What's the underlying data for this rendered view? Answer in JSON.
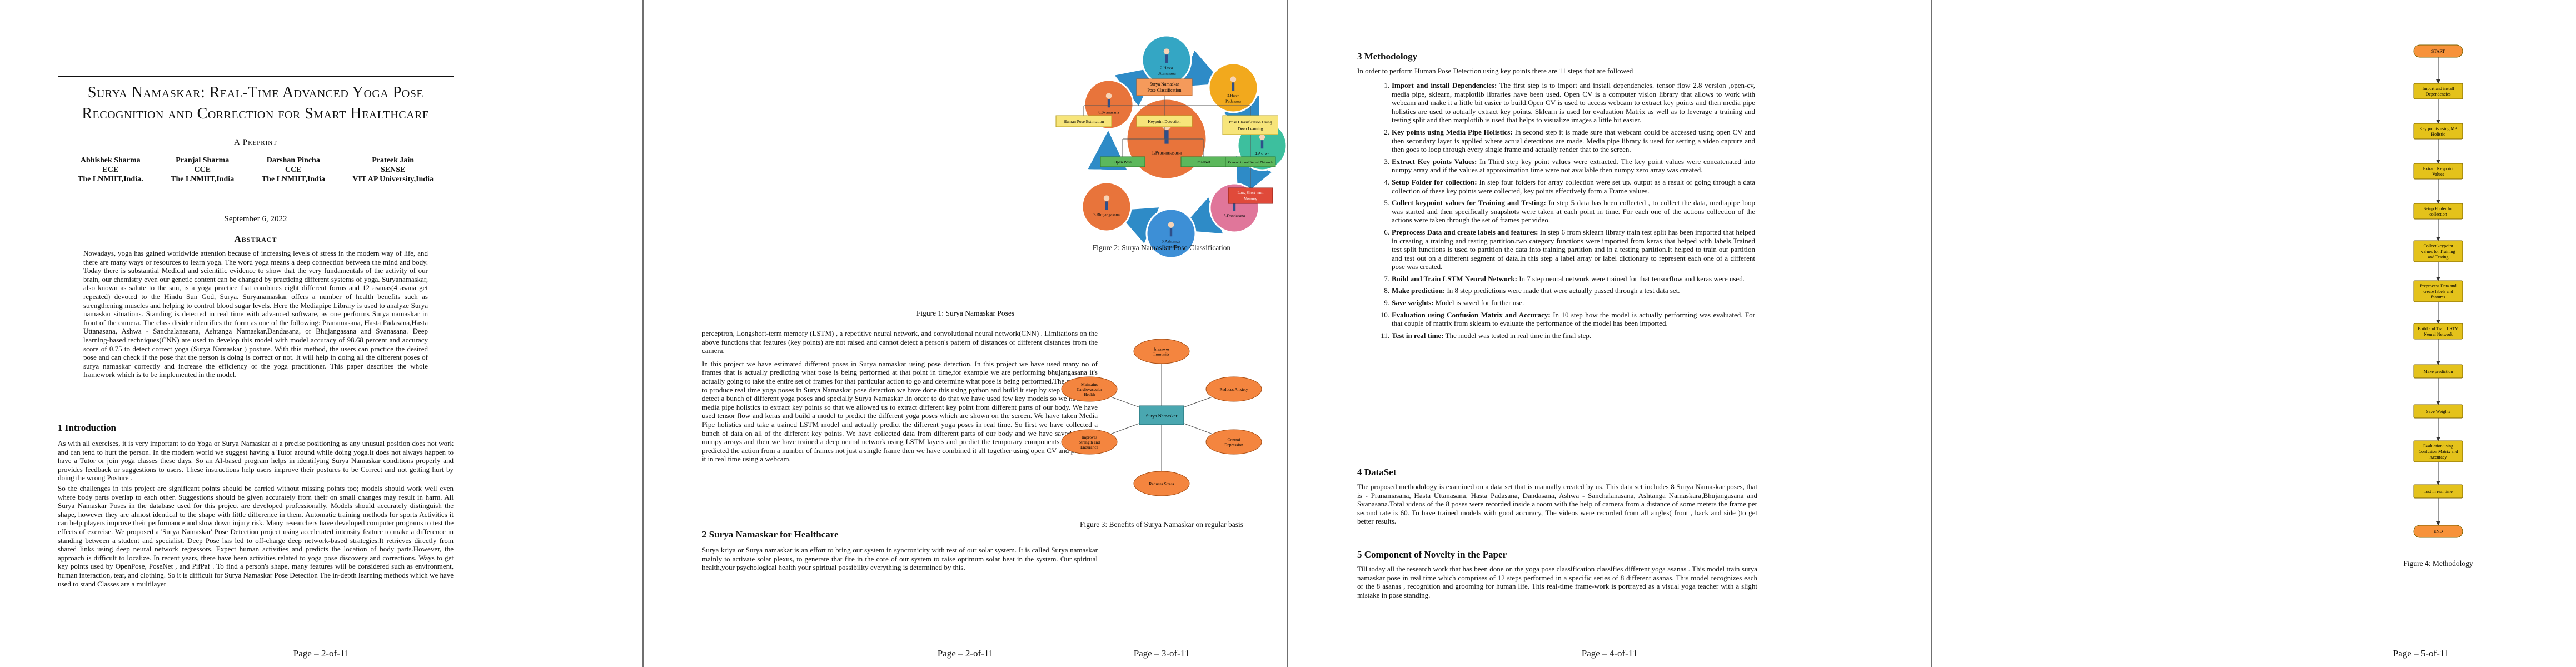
{
  "page1": {
    "title_line1": "Surya Namaskar: Real-Time Advanced Yoga Pose",
    "title_line2": "Recognition and Correction for Smart Healthcare",
    "preprint": "A Preprint",
    "authors": [
      {
        "name": "Abhishek Sharma",
        "dept": "ECE",
        "inst": "The LNMIIT,India."
      },
      {
        "name": "Pranjal Sharma",
        "dept": "CCE",
        "inst": "The LNMIIT,India"
      },
      {
        "name": "Darshan Pincha",
        "dept": "CCE",
        "inst": "The LNMIIT,India"
      },
      {
        "name": "Prateek Jain",
        "dept": "SENSE",
        "inst": "VIT AP University,India"
      }
    ],
    "date": "September 6, 2022",
    "abstract_heading": "Abstract",
    "abstract": "Nowadays, yoga has gained worldwide attention because of increasing levels of stress in the modern way of life, and there are many ways or resources to learn yoga. The word yoga means a deep connection between the mind and body. Today there is substantial Medical and scientific evidence to show that the very fundamentals of the activity of our brain, our chemistry even our genetic content can be changed by practicing different systems of yoga. Suryanamaskar, also known as salute to the sun, is a yoga practice that combines eight different forms and 12 asanas(4 asana get repeated) devoted to the Hindu Sun God, Surya. Suryanamaskar offers a number of health benefits such as strengthening muscles and helping to control blood sugar levels. Here the Mediapipe Library is used to analyze Surya namaskar situations. Standing is detected in real time with advanced software, as one performs Surya namaskar in front of the camera. The class divider identifies the form as one of the following: Pranamasana, Hasta Padasana,Hasta Uttanasana, Ashwa - Sanchalanasana, Ashtanga Namaskar,Dandasana, or Bhujangasana and Svanasana. Deep learning-based techniques(CNN) are used to develop this model with model accuracy of 98.68 percent and accuracy score of 0.75 to detect correct yoga (Surya Namaskar ) posture. With this method, the users can practice the desired pose and can check if the pose that the person is doing is correct or not. It will help in doing all the different poses of surya namaskar correctly and increase the efficiency of the yoga practitioner. This paper describes the whole framework which is to be implemented in the model.",
    "intro_heading": "1    Introduction",
    "intro_p1": "As with all exercises, it is very important to do Yoga or Surya Namaskar at a precise positioning as any unusual position does not work and can tend to hurt the person. In the modern world we suggest having a Tutor around while doing yoga.It does not always happen to have a Tutor or join yoga classes these days. So an AI-based program helps in identifying Surya Namaskar conditions properly and provides feedback or suggestions to users. These instructions help users improve their postures to be Correct and not getting hurt by doing the wrong Posture .",
    "intro_p2": "So the challenges in this project are significant points should be carried without missing points too; models should work well even where body parts overlap to each other. Suggestions should be given accurately from their on small changes may result in harm. All Surya Namaskar Poses in the database used for this project are developed professionally. Models should accurately distinguish the shape, however they are almost identical to the shape with little difference in them. Automatic training methods for sports Activities it can help players improve their performance and slow down injury risk. Many researchers have developed computer programs to test the effects of exercise. We proposed a 'Surya Namaskar' Pose Detection project using accelerated intensity feature to make a difference in standing between a student and specialist. Deep Pose has led to off-charge deep network-based strategies.It retrieves directly from shared links using deep neural network regressors. Expect human activities and predicts the location of body parts.However, the approach is difficult to localize. In recent years, there have been activities related to yoga pose discovery and corrections. Ways to get key points used by OpenPose, PoseNet , and PifPaf . To find a person's shape, many features will be considered such as environment, human interaction, tear, and clothing. So it is difficult for Surya Namaskar Pose Detection The in-depth learning methods which we have used to stand Classes are a multilayer",
    "page_num": "Page – 2-of-11"
  },
  "page2": {
    "fig1_caption": "Figure 1: Surya Namaskar Poses",
    "poses": [
      "1.Pranamasana",
      "2.Hasta Uttanasana",
      "3.Hasta Padasana",
      "4.Ashwa Sanchalanasana",
      "5.Dandasana",
      "6.Ashtanga Namaskar",
      "7.Bhujangasana",
      "8.Svanasana"
    ],
    "para_top": "perceptron, Longshort-term memory (LSTM) , a repetitive neural network, and convolutional neural network(CNN) . Limitations on the above functions that features (key points) are not raised and cannot detect a person's pattern of distances of different distances from the camera.",
    "para2": "In this project we have estimated different poses in Surya namaskar using pose detection. In this project we have used many no of frames that is actually predicting what pose is being performed at that point in time,for example we are performing bhujangasana it's actually going to take the entire set of frames for that particular action to go and determine what pose is being performed.The end goal is to produce real time yoga poses in Surya Namaskar pose detection we have done this using python and build it step by step to be able to detect a bunch of different yoga poses and specially Surya Namaskar .in order to do that we have used few key models so we have used media pipe holistics to extract key points so that we allowed us to extract different key point from different parts of our body. We have used tensor flow and keras and build a model to predict the different yoga poses which are shown on the screen. We have taken Media Pipe holistics and take a trained LSTM model and actually predict the different yoga poses in real time. So first we have collected a bunch of data on all of the different key points. We have collected data from different parts of our body and we have saved those as numpy arrays and then we have trained a deep neural network using LSTM layers and predict the temporary components. So we have predicted the action from a number of frames not just a single frame then we have combined it all together using open CV and predicted it in real time using a webcam.",
    "sec2_heading": "2    Surya Namaskar for Healthcare",
    "sec2_para": "Surya kriya or Surya namaskar is an effort to bring our system in syncronicity with rest of our solar system. It is called Surya namaskar mainly to activate solar plexus, to generate that fire in the core of our system to raise optimum solar heat in the system. Our spiritual health,your psychological health your spiritual possibility everything is determined by this.",
    "page_num": "Page – 2-of-11"
  },
  "page3": {
    "fig2": {
      "root": "Surya Namaskar Pose Classification",
      "level1": [
        "Human Pose Estimation",
        "Keypoint Detection",
        "Pose Classification Using Deep Learning"
      ],
      "level2": [
        "Open Pose",
        "PoseNet",
        "Convolutional Neural Network"
      ],
      "level3": "Long Short-term Memory"
    },
    "fig2_caption": "Figure 2: Surya Namaskar Pose Classification",
    "fig3": {
      "center": "Surya Namaskar",
      "benefits": [
        "Improves Immunity",
        "Reduces Anxiety",
        "Control Depression",
        "Reduces Stress",
        "Improves Strength and Endurance",
        "Maintains Cardiovascular Health"
      ]
    },
    "fig3_caption": "Figure 3: Benefits of Surya Namaskar on regular basis",
    "page_num": "Page – 3-of-11"
  },
  "page4": {
    "sec3_heading": "3    Methodology",
    "sec3_intro": "In order to perform Human Pose Detection using key points there are 11 steps that are followed",
    "steps": [
      {
        "title": "Import and install Dependencies:",
        "text": " The first step is to import and install dependencies. tensor flow 2.8 version ,open-cv, media pipe, sklearn, matplotlib libraries have been used. Open CV is a computer vision library that allows to work with webcam and make it a little bit easier to build.Open CV is used to access webcam to extract key points and then media pipe holistics are used to actually extract key points. Sklearn is used for evaluation Matrix as well as to leverage a training and testing split and then matplotlib is used that helps to visualize images a little bit easier."
      },
      {
        "title": "Key points using Media Pipe Holistics:",
        "text": " In second step it is made sure that webcam could be accessed using open CV and then secondary layer is applied where actual detections are made. Media pipe library is used for setting a video capture and then goes to loop through every single frame and actually render that to the screen."
      },
      {
        "title": "Extract Key points Values:",
        "text": " In Third step key point values were extracted. The key point values were concatenated into numpy array and if the values at approximation time were not available then numpy zero array was created."
      },
      {
        "title": "Setup Folder for collection:",
        "text": " In step four folders for array collection were set up. output as a result of going through a data collection of these key points were collected, key points effectively form a Frame values."
      },
      {
        "title": "Collect keypoint values for Training and Testing:",
        "text": " In step 5 data has been collected , to collect the data, mediapipe loop was started and then specifically snapshots were taken at each point in time. For each one of the actions collection of the actions were taken through the set of frames per video."
      },
      {
        "title": "Preprocess Data and create labels and features:",
        "text": " In step 6 from sklearn library train test split has been imported that helped in creating a training and testing partition.two category functions were imported from keras that helped with labels.Trained test split functions is used to partition the data into training partition and in a testing partition.It helped to train our partition and test out on a different segment of data.In this step a label array or label dictionary to represent each one of a different pose was created."
      },
      {
        "title": "Build and Train LSTM Neural Network:",
        "text": " In 7 step neural network were trained for that tensorflow and keras were used."
      },
      {
        "title": "Make prediction:",
        "text": " In 8 step predictions were made that were actually passed through a test data set."
      },
      {
        "title": "Save weights:",
        "text": " Model is saved for further use."
      },
      {
        "title": "Evaluation using Confusion Matrix and Accuracy:",
        "text": " In 10 step how the model is actually performing was evaluated. For that couple of matrix from sklearn to evaluate the performance of the model has been imported."
      },
      {
        "title": "Test in real time:",
        "text": " The model was tested in real time in the final step."
      }
    ],
    "sec4_heading": "4    DataSet",
    "sec4_para": "The proposed methodology is examined on a data set that is manually created by us. This data set includes 8 Surya Namaskar poses, that is - Pranamasana, Hasta Uttanasana, Hasta Padasana, Dandasana, Ashwa - Sanchalanasana, Ashtanga Namaskara,Bhujangasana and Svanasana.Total videos of the 8 poses were recorded inside a room with the help of camera from a distance of some meters the frame per second rate is 60. To have trained models with good accuracy, The videos were recorded from all angles( front , back and side )to get better results.",
    "sec5_heading": "5    Component of Novelty in the Paper",
    "sec5_para": "Till today all the research work that has been done on the yoga pose classification classifies different yoga asanas . This model train surya namaskar pose in real time which comprises of 12 steps performed in a specific series of 8 different asanas. This model recognizes each of the 8 asanas , recognition and grooming for human life. This real-time frame-work is portrayed as a visual yoga teacher with a slight mistake in pose standing.",
    "flow": [
      "START",
      "Import and install Dependencies",
      "Key points using MP Holistic",
      "Extract Keypoint Values",
      "Setup Folder for collection",
      "Collect keypoint values for Training and Testing",
      "Preprocess Data and create labels and features",
      "Build and Train LSTM Neural Network",
      "Make prediction",
      "Save Weights",
      "Evaluation using Confusion Matrix and Accuracy",
      "Test in real time",
      "END"
    ],
    "fig4_caption": "Figure 4: Methodology",
    "page_num_mid": "Page – 4-of-11",
    "page_num_right": "Page – 5-of-11"
  },
  "colors": {
    "ring_circle_1": "#e8743b",
    "ring_circle_2": "#34a6c4",
    "ring_circle_3": "#f2a91d",
    "ring_circle_4": "#3dbf9e",
    "ring_circle_5": "#e0769a",
    "ring_circle_6": "#3d8fd6",
    "ring_circle_7": "#e8743b",
    "ring_circle_8": "#e8743b",
    "flow_box": "#e4c21b",
    "flow_terminal": "#f7923a"
  }
}
